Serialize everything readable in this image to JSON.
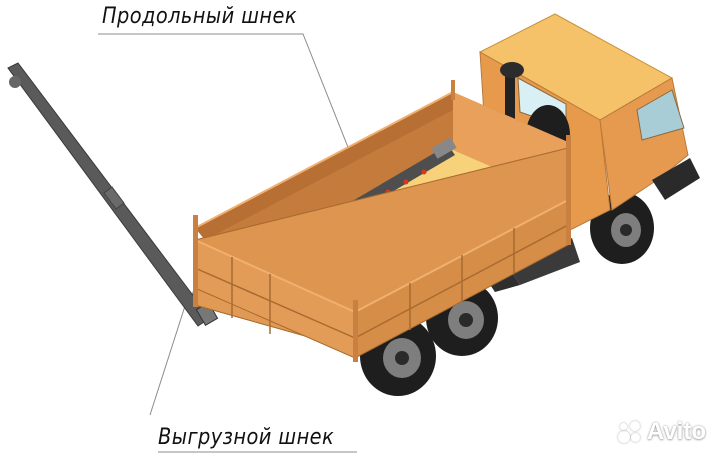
{
  "diagram": {
    "subject": "Dump truck with grain augers",
    "labels": {
      "top": "Продольный шнек",
      "bottom": "Выгрузной шнек"
    },
    "watermark": "Avito",
    "colors": {
      "body_orange": "#E0964F",
      "body_orange_dark": "#B8763A",
      "cab_top": "#F5C26A",
      "grain_fill": "#F7D27A",
      "auger_gray": "#555555",
      "auger_flights": "#D9381E",
      "tire_black": "#1E1E1E",
      "rim_gray": "#8A8A8A",
      "window_blue": "#A9CDD6",
      "leader_line": "#8C8C8C"
    }
  }
}
